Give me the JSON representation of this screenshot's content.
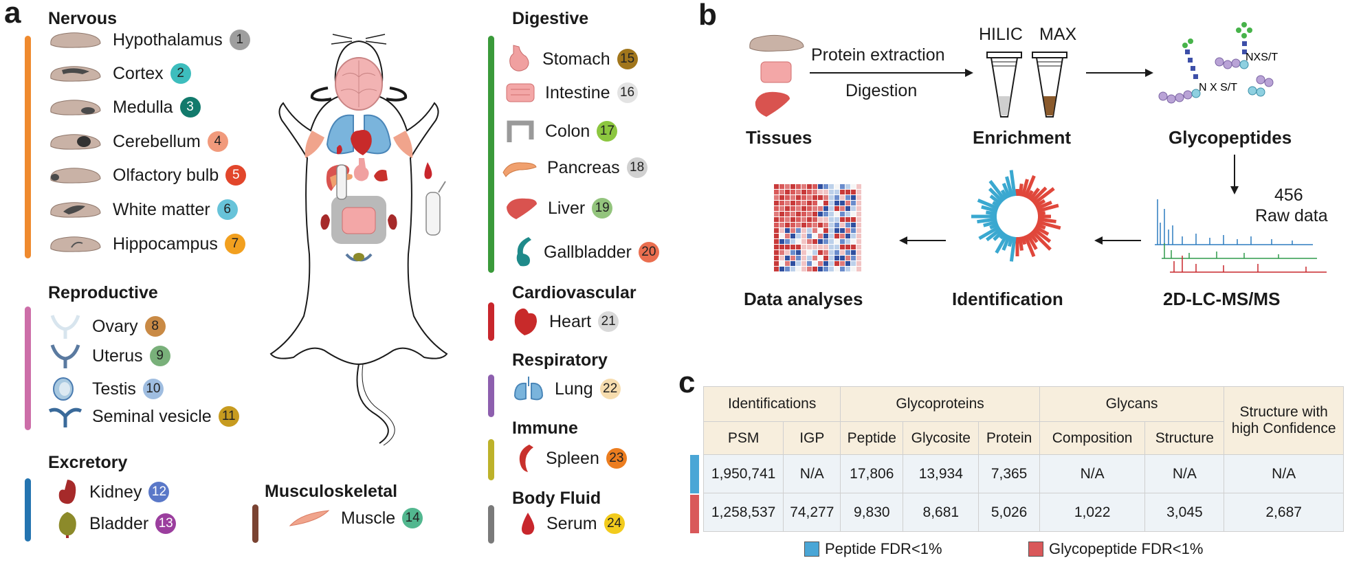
{
  "panel_a": {
    "letter": "a",
    "groups": {
      "nervous": {
        "title": "Nervous",
        "color": "#ef8a2e",
        "items": [
          {
            "label": "Hypothalamus",
            "num": "1",
            "color": "#9e9e9e"
          },
          {
            "label": "Cortex",
            "num": "2",
            "color": "#3dbdbd"
          },
          {
            "label": "Medulla",
            "num": "3",
            "color": "#127a6c"
          },
          {
            "label": "Cerebellum",
            "num": "4",
            "color": "#f19a7c"
          },
          {
            "label": "Olfactory bulb",
            "num": "5",
            "color": "#e2462b"
          },
          {
            "label": "White matter",
            "num": "6",
            "color": "#67c3d9"
          },
          {
            "label": "Hippocampus",
            "num": "7",
            "color": "#f2a01f"
          }
        ]
      },
      "reproductive": {
        "title": "Reproductive",
        "color": "#cc6ea8",
        "items": [
          {
            "label": "Ovary",
            "num": "8",
            "color": "#c98a45"
          },
          {
            "label": "Uterus",
            "num": "9",
            "color": "#79b07a"
          },
          {
            "label": "Testis",
            "num": "10",
            "color": "#9fbde0"
          },
          {
            "label": "Seminal vesicle",
            "num": "11",
            "color": "#c79b1f"
          }
        ]
      },
      "excretory": {
        "title": "Excretory",
        "color": "#2474b0",
        "items": [
          {
            "label": "Kidney",
            "num": "12",
            "color": "#5a78c8"
          },
          {
            "label": "Bladder",
            "num": "13",
            "color": "#9b3e9e"
          }
        ]
      },
      "musculoskeletal": {
        "title": "Musculoskeletal",
        "color": "#7a4332",
        "items": [
          {
            "label": "Muscle",
            "num": "14",
            "color": "#52b78f"
          }
        ]
      },
      "digestive": {
        "title": "Digestive",
        "color": "#3a9a3a",
        "items": [
          {
            "label": "Stomach",
            "num": "15",
            "color": "#a1761c"
          },
          {
            "label": "Intestine",
            "num": "16",
            "color": "#e3e3e3"
          },
          {
            "label": "Colon",
            "num": "17",
            "color": "#8cc63f"
          },
          {
            "label": "Pancreas",
            "num": "18",
            "color": "#d0d0d0"
          },
          {
            "label": "Liver",
            "num": "19",
            "color": "#93c47d"
          },
          {
            "label": "Gallbladder",
            "num": "20",
            "color": "#ea6e4f"
          }
        ]
      },
      "cardiovascular": {
        "title": "Cardiovascular",
        "color": "#c8262c",
        "items": [
          {
            "label": "Heart",
            "num": "21",
            "color": "#d9d9d9"
          }
        ]
      },
      "respiratory": {
        "title": "Respiratory",
        "color": "#8d5fae",
        "items": [
          {
            "label": "Lung",
            "num": "22",
            "color": "#f6dcae"
          }
        ]
      },
      "immune": {
        "title": "Immune",
        "color": "#bdb22a",
        "items": [
          {
            "label": "Spleen",
            "num": "23",
            "color": "#ec7d1f"
          }
        ]
      },
      "body_fluid": {
        "title": "Body Fluid",
        "color": "#7a7a7a",
        "items": [
          {
            "label": "Serum",
            "num": "24",
            "color": "#f2cb1d"
          }
        ]
      }
    }
  },
  "panel_b": {
    "letter": "b",
    "tissues": "Tissues",
    "protein_extraction": "Protein extraction",
    "digestion": "Digestion",
    "hilic": "HILIC",
    "max": "MAX",
    "enrichment": "Enrichment",
    "glycopeptides": "Glycopeptides",
    "nxs_top": "NXS/T",
    "nxs_bottom": "N X S/T",
    "raw_count": "456",
    "raw_data": "Raw data",
    "lcms": "2D-LC-MS/MS",
    "identification": "Identification",
    "data_analyses": "Data analyses"
  },
  "panel_c": {
    "letter": "c",
    "groups": {
      "identifications": "Identifications",
      "glycoproteins": "Glycoproteins",
      "glycans": "Glycans",
      "structure_high": "Structure with high Confidence"
    },
    "columns": [
      "PSM",
      "IGP",
      "Peptide",
      "Glycosite",
      "Protein",
      "Composition",
      "Structure"
    ],
    "rows": [
      {
        "color": "#4aa6d6",
        "values": [
          "1,950,741",
          "N/A",
          "17,806",
          "13,934",
          "7,365",
          "N/A",
          "N/A",
          "N/A"
        ]
      },
      {
        "color": "#d9585a",
        "values": [
          "1,258,537",
          "74,277",
          "9,830",
          "8,681",
          "5,026",
          "1,022",
          "3,045",
          "2,687"
        ]
      }
    ],
    "legend": [
      {
        "label": "Peptide FDR<1%",
        "color": "#4aa6d6"
      },
      {
        "label": "Glycopeptide FDR<1%",
        "color": "#d9585a"
      }
    ]
  }
}
